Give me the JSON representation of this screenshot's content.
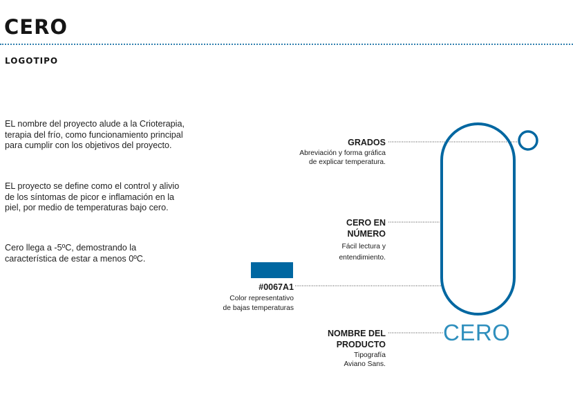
{
  "header": {
    "title": "CERO",
    "section": "LOGOTIPO"
  },
  "body": {
    "paragraphs": [
      "EL nombre del proyecto alude a la Crioterapia, terapia del frío, como funcionamiento principal para cumplir con los objetivos del proyecto.",
      "EL proyecto se define como el control y alivio de los síntomas de picor e inflamación en la piel, por medio de temperaturas bajo cero.",
      "Cero llega a -5ºC, demostrando la característica de estar a menos 0ºC."
    ]
  },
  "annotations": {
    "grados": {
      "title": "GRADOS",
      "desc_line1": "Abreviación y forma gráfica",
      "desc_line2": "de explicar temperatura."
    },
    "cero_numero": {
      "title_line1": "CERO EN",
      "title_line2": "NÚMERO",
      "desc_line1": "Fácil lectura y",
      "desc_line2": "entendimiento."
    },
    "nombre": {
      "title_line1": "NOMBRE DEL",
      "title_line2": "PRODUCTO",
      "desc_line1": "Tipografía",
      "desc_line2": "Aviano Sans."
    },
    "color": {
      "title": "#0067A1",
      "desc_line1": "Color representativo",
      "desc_line2": "de bajas temperaturas"
    }
  },
  "logo": {
    "wordmark": "CERO"
  },
  "colors": {
    "brand": "#0067A1",
    "accent_light": "#2f8fbd",
    "text": "#1a1a1a"
  }
}
